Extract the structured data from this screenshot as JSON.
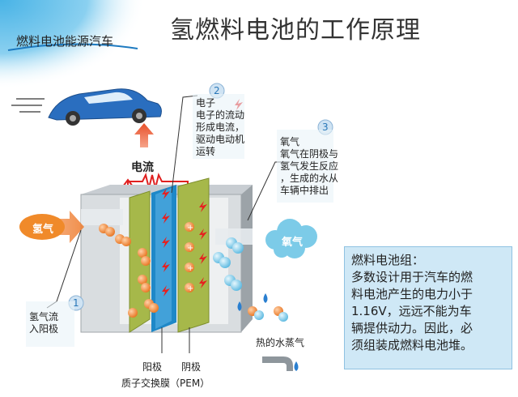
{
  "title": "氢燃料电池的工作原理",
  "brand": "燃料电池能源汽车",
  "current_label": "电流",
  "steps": [
    {
      "number": "1",
      "lines": [
        "氢气流",
        "入阳极"
      ]
    },
    {
      "number": "2",
      "lines": [
        "电子",
        "电子的流动",
        "形成电流，",
        "驱动电动机",
        "运转"
      ]
    },
    {
      "number": "3",
      "lines": [
        "氧气",
        "氧气在阴极与",
        "氢气发生反应",
        "，生成的水从",
        "车辆中排出"
      ]
    }
  ],
  "hydrogen_label": "氢气",
  "oxygen_label": "氧气",
  "anode_label": "阳极",
  "cathode_label": "阴极",
  "pem_label": "质子交换膜（PEM）",
  "vapor_label": "热的水蒸气",
  "info": {
    "title": "燃料电池组：",
    "lines": [
      "多数设计用于汽车的燃",
      "料电池产生的电力小于",
      "1.16V，远远不能为车",
      "辆提供动力。因此，必",
      "须组装成燃料电池堆。"
    ]
  },
  "colors": {
    "anode": "#a6b84a",
    "cathode": "#a6b84a",
    "membrane": "#1e88c8",
    "hydrogen": "#f08a2a",
    "oxygen": "#7ccbe8",
    "info_bg": "#cfe8f6"
  }
}
